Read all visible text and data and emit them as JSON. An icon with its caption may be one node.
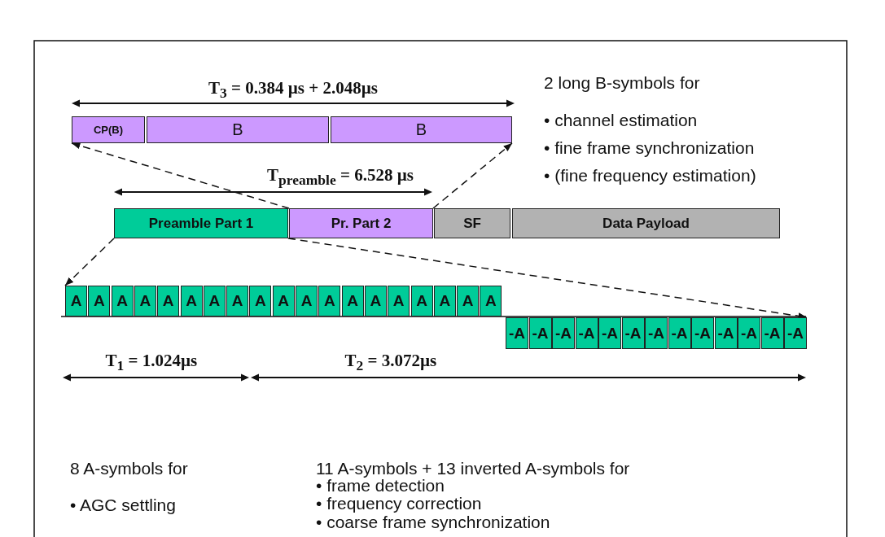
{
  "diagram": {
    "nodes": [
      {
        "text": [
          "CP(B)"
        ]
      },
      {
        "text": [
          "B"
        ]
      },
      {
        "text": [
          "B"
        ]
      },
      {
        "text": [
          "Preamble Part 1"
        ]
      },
      {
        "text": [
          "Pr. Part 2"
        ]
      },
      {
        "text": [
          "SF"
        ]
      },
      {
        "text": [
          "Data Payload"
        ]
      },
      {
        "text": [
          "A"
        ]
      },
      {
        "text": [
          "A"
        ]
      },
      {
        "text": [
          "A"
        ]
      },
      {
        "text": [
          "A"
        ]
      },
      {
        "text": [
          "A"
        ]
      },
      {
        "text": [
          "A"
        ]
      },
      {
        "text": [
          "A"
        ]
      },
      {
        "text": [
          "A"
        ]
      },
      {
        "text": [
          "A"
        ]
      },
      {
        "text": [
          "A"
        ]
      },
      {
        "text": [
          "A"
        ]
      },
      {
        "text": [
          "A"
        ]
      },
      {
        "text": [
          "A"
        ]
      },
      {
        "text": [
          "A"
        ]
      },
      {
        "text": [
          "A"
        ]
      },
      {
        "text": [
          "A"
        ]
      },
      {
        "text": [
          "A"
        ]
      },
      {
        "text": [
          "A"
        ]
      },
      {
        "text": [
          "A"
        ]
      },
      {
        "text": [
          "-A"
        ]
      },
      {
        "text": [
          "-A"
        ]
      },
      {
        "text": [
          "-A"
        ]
      },
      {
        "text": [
          "-A"
        ]
      },
      {
        "text": [
          "-A"
        ]
      },
      {
        "text": [
          "-A"
        ]
      },
      {
        "text": [
          "-A"
        ]
      },
      {
        "text": [
          "-A"
        ]
      },
      {
        "text": [
          "-A"
        ]
      },
      {
        "text": [
          "-A"
        ]
      },
      {
        "text": [
          "-A"
        ]
      },
      {
        "text": [
          "-A"
        ]
      },
      {
        "text": [
          "-A"
        ]
      }
    ],
    "edges": [
      {
        "from": 4,
        "to": 0,
        "arrow": "to",
        "style": "dashed"
      },
      {
        "from": 4,
        "to": 2,
        "arrow": "to",
        "style": "dashed"
      },
      {
        "from": 3,
        "to": 7,
        "arrow": "to",
        "style": "dashed"
      },
      {
        "from": 3,
        "to": 38,
        "arrow": "to",
        "style": "dashed"
      }
    ],
    "labels": [
      "2 long B-symbols for",
      "T$_{3}$ = 0.384 µs + 2.048µs",
      "• channel estimation",
      "• fine frame synchronization",
      "• (fine frequency estimation)",
      "T$_{preamble}$ = 6.528 µs",
      "T$_{1}$ = 1.024µs",
      "T$_{2}$ = 3.072µs",
      "8 A-symbols for",
      "11 A-symbols + 13 inverted A-symbols for",
      "• AGC settling",
      "• frame detection",
      "• frequency correction",
      "• coarse frame synchronization"
    ]
  }
}
